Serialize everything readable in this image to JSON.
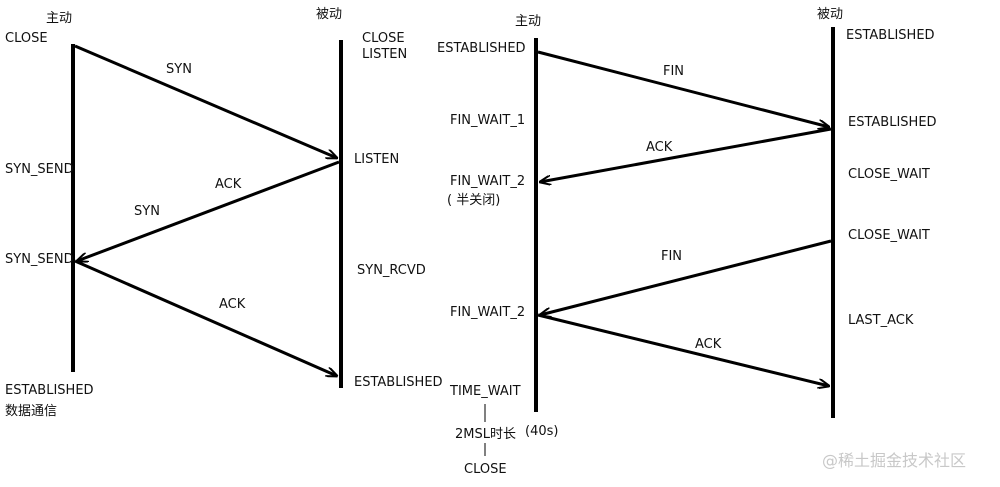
{
  "handshake": {
    "active_title": "主动",
    "passive_title": "被动",
    "active_states": {
      "close": "CLOSE",
      "syn_send_1": "SYN_SEND",
      "syn_send_2": "SYN_SEND",
      "established": "ESTABLISHED",
      "data": "数据通信"
    },
    "passive_states": {
      "close": "CLOSE",
      "listen_1": "LISTEN",
      "listen_2": "LISTEN",
      "syn_rcvd": "SYN_RCVD",
      "established": "ESTABLISHED"
    },
    "messages": {
      "syn_1": "SYN",
      "ack_1": "ACK",
      "syn_2": "SYN",
      "ack_2": "ACK"
    }
  },
  "teardown": {
    "active_title": "主动",
    "passive_title": "被动",
    "active_states": {
      "established": "ESTABLISHED",
      "fin_wait_1": "FIN_WAIT_1",
      "fin_wait_2": "FIN_WAIT_2",
      "half_close": "( 半关闭)",
      "fin_wait_2b": "FIN_WAIT_2",
      "time_wait": "TIME_WAIT",
      "msl": "2MSL时长",
      "close": "CLOSE",
      "duration": "(40s)"
    },
    "passive_states": {
      "established_1": "ESTABLISHED",
      "established_2": "ESTABLISHED",
      "close_wait_1": "CLOSE_WAIT",
      "close_wait_2": "CLOSE_WAIT",
      "last_ack": "LAST_ACK"
    },
    "messages": {
      "fin_1": "FIN",
      "ack_1": "ACK",
      "fin_2": "FIN",
      "ack_2": "ACK"
    }
  },
  "watermark": "@稀土掘金技术社区",
  "colors": {
    "line": "#000000",
    "text": "#111111",
    "watermark": "#c8c8c8"
  }
}
